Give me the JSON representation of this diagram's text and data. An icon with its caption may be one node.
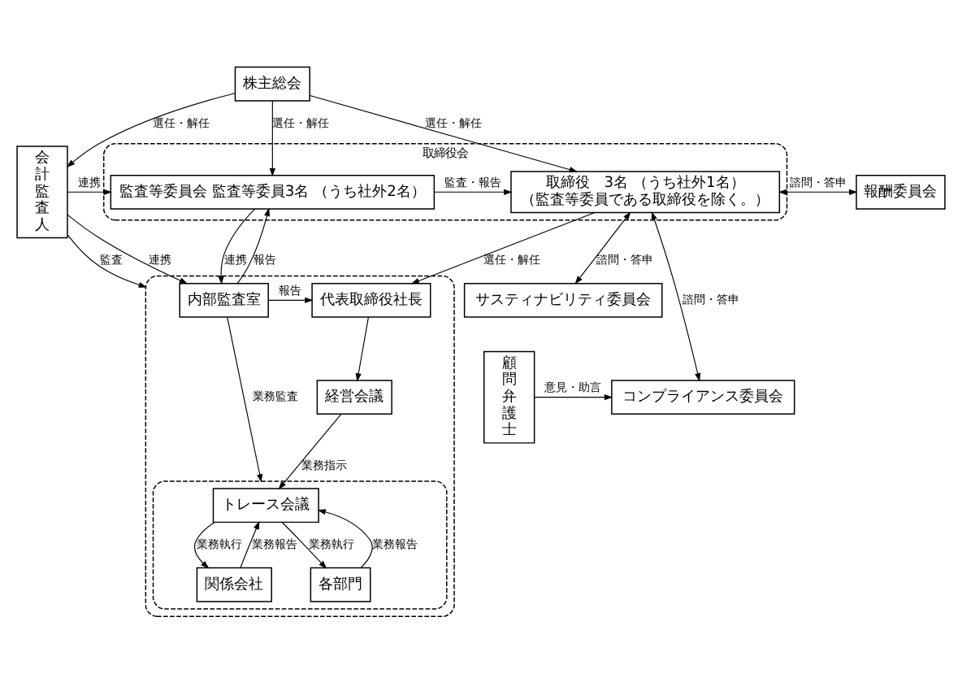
{
  "diagram": {
    "nodes": [
      {
        "text": [
          "株主総会"
        ]
      },
      {
        "text": [
          "会計監査人"
        ]
      },
      {
        "text": [
          "取締役会"
        ]
      },
      {
        "text": [
          "監査等委員会 監査等委員3名 （うち社外2名）"
        ],
        "in": 2
      },
      {
        "text": [
          "取締役　3名 （うち社外1名）",
          "（監査等委員である取締役を除く。）"
        ],
        "in": 2
      },
      {
        "text": [
          "報酬委員会"
        ]
      },
      {
        "text": [
          "サスティナビリティ委員会"
        ]
      },
      {
        "text": [
          "コンプライアンス委員会"
        ]
      },
      {
        "text": [
          "顧問弁護士"
        ]
      },
      {
        "text": [],
        "shape": "box"
      },
      {
        "text": [
          "内部監査室"
        ],
        "in": 9
      },
      {
        "text": [
          "代表取締役社長"
        ],
        "in": 9
      },
      {
        "text": [
          "経営会議"
        ],
        "in": 9
      },
      {
        "text": [],
        "shape": "box",
        "in": 9
      },
      {
        "text": [
          "トレース会議"
        ],
        "in": 13
      },
      {
        "text": [
          "関係会社"
        ],
        "in": 13
      },
      {
        "text": [
          "各部門"
        ],
        "in": 13
      }
    ],
    "edges": [
      {
        "from": 0,
        "to": 1,
        "arrow": "to",
        "label": "選任・解任"
      },
      {
        "from": 0,
        "to": 3,
        "arrow": "to",
        "label": "選任・解任"
      },
      {
        "from": 0,
        "to": 4,
        "arrow": "to",
        "label": "選任・解任"
      },
      {
        "from": 1,
        "to": 3,
        "arrow": "to",
        "label": "連携"
      },
      {
        "from": 3,
        "to": 4,
        "arrow": "to",
        "label": "監査・報告"
      },
      {
        "from": 4,
        "to": 5,
        "arrow": "both",
        "label": "諮問・答申"
      },
      {
        "from": 4,
        "to": 6,
        "arrow": "both",
        "label": "諮問・答申"
      },
      {
        "from": 4,
        "to": 7,
        "arrow": "both",
        "label": "諮問・答申"
      },
      {
        "from": 8,
        "to": 7,
        "arrow": "to",
        "label": "意見・助言"
      },
      {
        "from": 3,
        "to": 10,
        "arrow": "to",
        "label": "連携"
      },
      {
        "from": 10,
        "to": 3,
        "arrow": "to",
        "label": "報告"
      },
      {
        "from": 1,
        "to": 10,
        "arrow": "to",
        "label": "連携"
      },
      {
        "from": 10,
        "to": 11,
        "arrow": "to",
        "label": "報告"
      },
      {
        "from": 4,
        "to": 11,
        "arrow": "to",
        "label": "選任・解任"
      },
      {
        "from": 1,
        "to": 9,
        "arrow": "to",
        "label": "監査"
      },
      {
        "from": 10,
        "to": 13,
        "arrow": "to",
        "label": "業務監査"
      },
      {
        "from": 11,
        "to": 12,
        "arrow": "to"
      },
      {
        "from": 12,
        "to": 14,
        "arrow": "to",
        "label": "業務指示"
      },
      {
        "from": 15,
        "to": 14,
        "arrow": "to",
        "label": "業務報告"
      },
      {
        "from": 14,
        "to": 15,
        "arrow": "to",
        "label": "業務執行"
      },
      {
        "from": 16,
        "to": 14,
        "arrow": "to",
        "label": "業務報告"
      },
      {
        "from": 14,
        "to": 16,
        "arrow": "to",
        "label": "業務執行"
      }
    ]
  }
}
